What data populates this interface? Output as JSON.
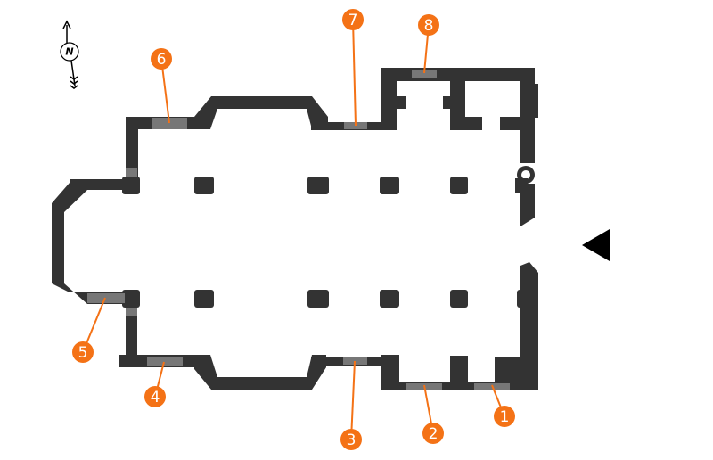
{
  "compass": {
    "icon": "north-arrow-icon",
    "letter": "N"
  },
  "entrance": {
    "icon": "entrance-arrow-icon"
  },
  "markers": [
    {
      "label": "1"
    },
    {
      "label": "2"
    },
    {
      "label": "3"
    },
    {
      "label": "4"
    },
    {
      "label": "5"
    },
    {
      "label": "6"
    },
    {
      "label": "7"
    },
    {
      "label": "8"
    }
  ],
  "colors": {
    "marker": "#f47216",
    "wall": "#333333",
    "window": "#777777"
  }
}
